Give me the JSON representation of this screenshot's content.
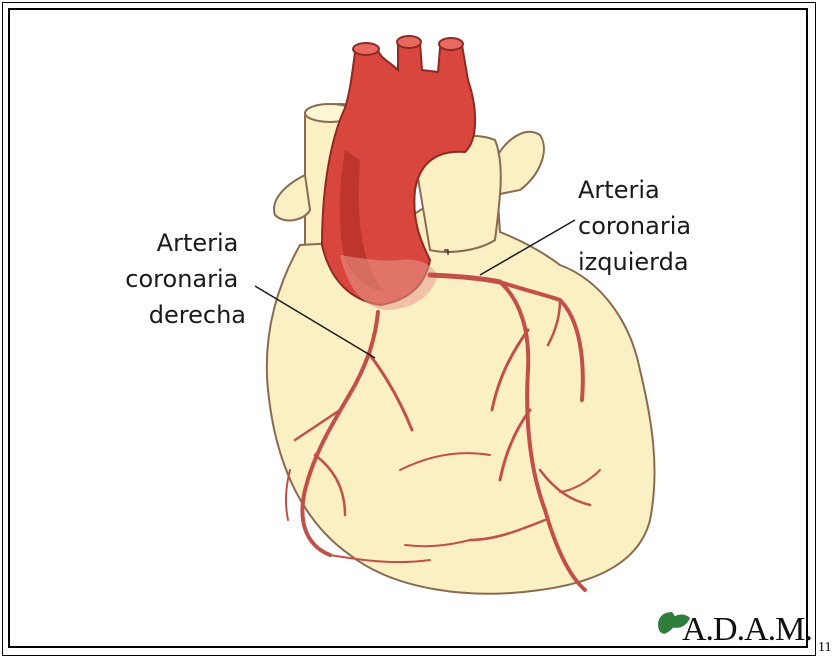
{
  "labels": {
    "left_label": [
      "Arteria",
      "coronaria",
      "derecha"
    ],
    "right_label": [
      "Arteria",
      "coronaria",
      "izquierda"
    ]
  },
  "logo": {
    "text": "A.D.A.M."
  },
  "page_number": "11",
  "colors": {
    "heart_body": "#fbf0c4",
    "heart_outline": "#8a6a50",
    "aorta": "#d9463e",
    "aorta_shadow": "#a82820",
    "artery": "#c25048",
    "logo_leaf": "#2f7d3a"
  }
}
